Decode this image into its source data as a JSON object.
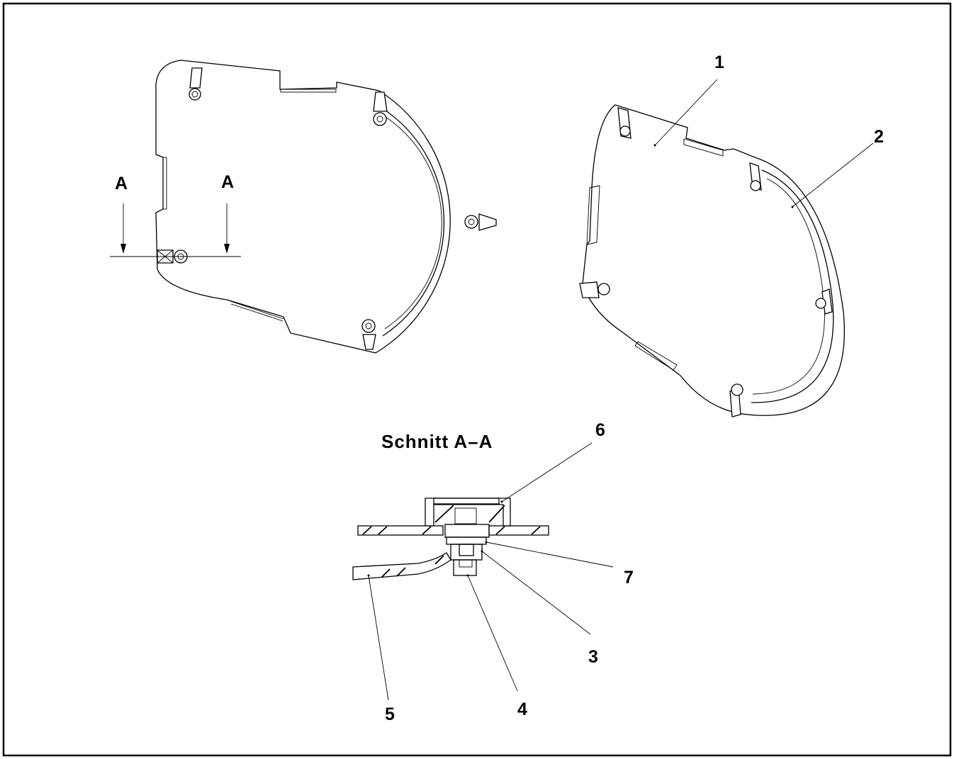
{
  "drawing": {
    "section_marker_left": "A",
    "section_marker_right": "A",
    "section_title": "Schnitt A–A",
    "callouts": {
      "c1": "1",
      "c2": "2",
      "c3": "3",
      "c4": "4",
      "c5": "5",
      "c6": "6",
      "c7": "7"
    }
  }
}
